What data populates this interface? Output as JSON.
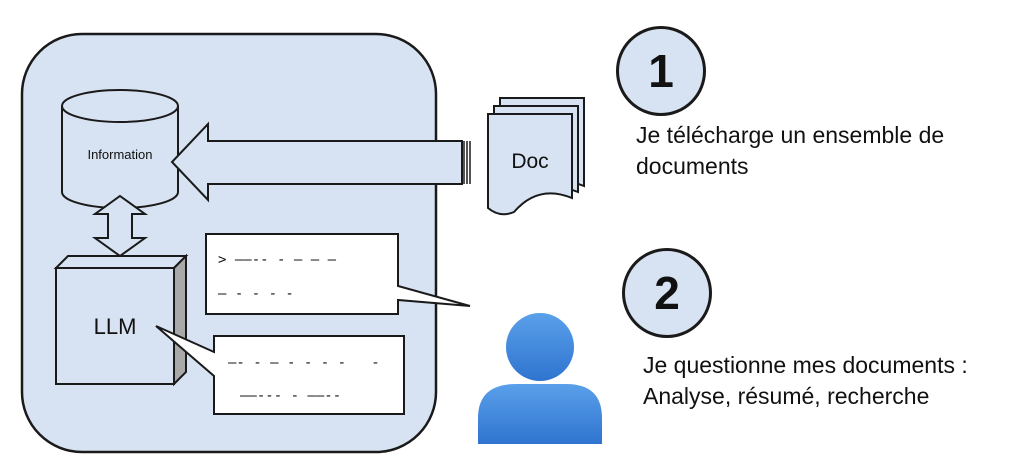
{
  "diagram": {
    "database_label": "Information",
    "doc_label": "Doc",
    "llm_label": "LLM",
    "prompt_bubble": {
      "line1": "> ——-- - — — —",
      "line2": "— - - - -"
    },
    "response_bubble": {
      "line1": "—- - — - - - -   -",
      "line2": "——--- - ——--"
    }
  },
  "steps": [
    {
      "number": "1",
      "text": "Je télécharge un ensemble de documents"
    },
    {
      "number": "2",
      "text": "Je questionne mes documents : Analyse, résumé, recherche"
    }
  ],
  "colors": {
    "container_fill": "#d7e3f2",
    "outline": "#1a1a1a",
    "user_icon_top": "#5aa0ea",
    "user_icon_bottom": "#2f74cf"
  }
}
